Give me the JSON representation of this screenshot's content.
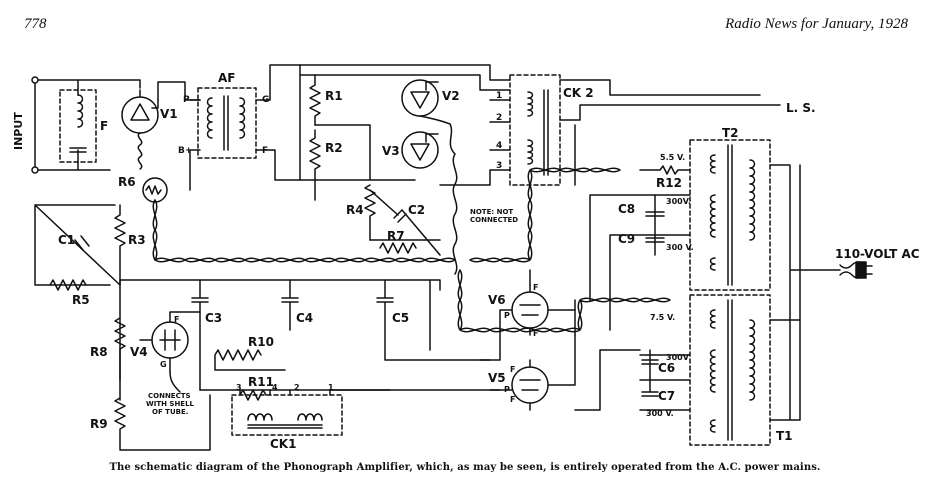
{
  "header": {
    "page_number": "778",
    "publication": "Radio News for January, 1928"
  },
  "caption": "The schematic diagram of the Phonograph Amplifier, which, as may be seen, is entirely operated from the A.C. power mains.",
  "labels": {
    "input": "INPUT",
    "F": "F",
    "V1": "V1",
    "AF": "AF",
    "P": "P",
    "G": "G",
    "Bplus": "B+",
    "Fsec": "F",
    "R1": "R1",
    "R2": "R2",
    "V2": "V2",
    "V3": "V3",
    "CK2": "CK 2",
    "LS": "L. S.",
    "t1": "1",
    "t2": "2",
    "t4": "4",
    "t3": "3",
    "R6": "R6",
    "C1": "C1",
    "R3": "R3",
    "R5": "R5",
    "R4": "R4",
    "C2": "C2",
    "R7": "R7",
    "note": "NOTE: NOT",
    "note2": "CONNECTED",
    "T2": "T2",
    "v55": "5.5 V.",
    "R12": "R12",
    "C8": "C8",
    "C9": "C9",
    "v300a": "300V.",
    "v300b": "300 V.",
    "ac": "110-VOLT AC",
    "V6": "V6",
    "F6": "F",
    "P6": "P",
    "F6b": "F",
    "v75": "7.5 V.",
    "C3": "C3",
    "C4": "C4",
    "C5": "C5",
    "R8": "R8",
    "V4": "V4",
    "F4": "F",
    "G4": "G",
    "R10": "R10",
    "R11": "R11",
    "n3": "3",
    "n4": "4",
    "n2": "2",
    "n1": "1",
    "connects1": "CONNECTS",
    "connects2": "WITH SHELL",
    "connects3": "OF TUBE.",
    "R9": "R9",
    "CK1": "CK1",
    "V5": "V5",
    "F5": "F",
    "F5b": "F",
    "P5": "P",
    "v300c": "300V",
    "C6": "C6",
    "C7": "C7",
    "v300d": "300 V.",
    "T1": "T1"
  }
}
